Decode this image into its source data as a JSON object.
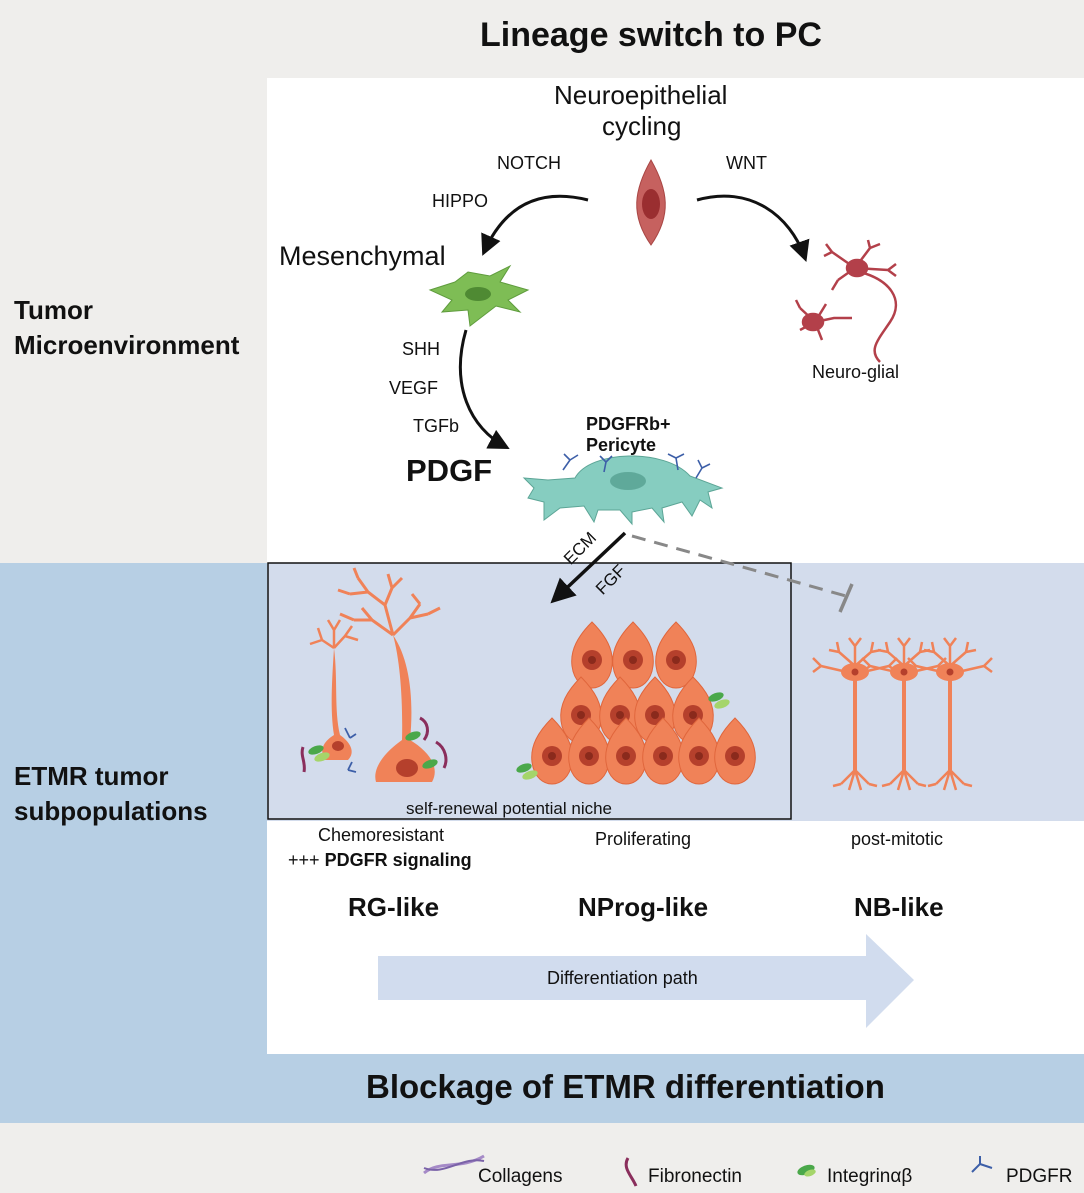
{
  "title_top": "Lineage switch to PC",
  "title_bottom": "Blockage of ETMR differentiation",
  "side_labels": {
    "tme_line1": "Tumor",
    "tme_line2": "Microenvironment",
    "etmr_line1": "ETMR tumor",
    "etmr_line2": "subpopulations"
  },
  "cells": {
    "neuroepithelial_line1": "Neuroepithelial",
    "neuroepithelial_line2": "cycling",
    "mesenchymal": "Mesenchymal",
    "neuroglial": "Neuro-glial",
    "pericyte_line1": "PDGFRb+",
    "pericyte_line2": "Pericyte"
  },
  "signals": {
    "notch": "NOTCH",
    "hippo": "HIPPO",
    "wnt": "WNT",
    "shh": "SHH",
    "vegf": "VEGF",
    "tgfb": "TGFb",
    "pdgf": "PDGF",
    "ecm": "ECM",
    "fgf": "FGF"
  },
  "niche_label": "self-renewal potential niche",
  "subpopulations": [
    {
      "state": "Chemoresistant",
      "extra_prefix": "+++",
      "extra": "PDGFR signaling",
      "name": "RG-like"
    },
    {
      "state": "Proliferating",
      "name": "NProg-like"
    },
    {
      "state": "post-mitotic",
      "name": "NB-like"
    }
  ],
  "differentiation_path": "Differentiation path",
  "legend": [
    {
      "label": "Collagens",
      "icon": "collagen-icon"
    },
    {
      "label": "Fibronectin",
      "icon": "fibronectin-icon"
    },
    {
      "label": "Integrinαβ",
      "icon": "integrin-icon"
    },
    {
      "label": "PDGFR",
      "icon": "pdgfr-icon"
    }
  ],
  "colors": {
    "top_band": "#efeeec",
    "mid_band": "#b7cfe4",
    "niche_fill": "#d3dcec",
    "tumor_cell": "#f08258",
    "tumor_nucleus": "#b5402c",
    "pericyte": "#86cdc0",
    "mesenchymal": "#7ebd55",
    "neuroglial": "#b3404a",
    "arrow_fill": "#d1dcee"
  }
}
